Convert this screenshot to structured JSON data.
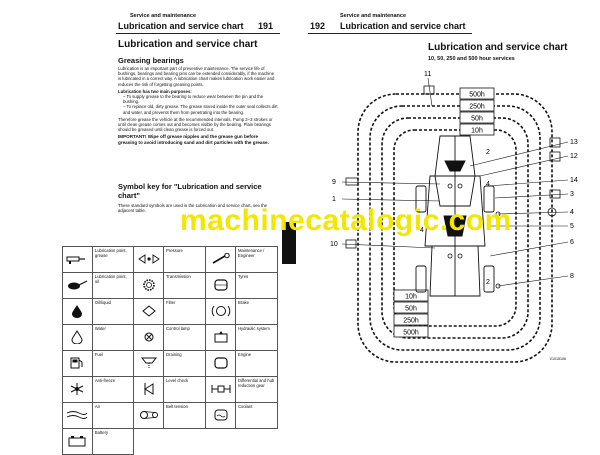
{
  "left_page": {
    "header_section": "Service and maintenance",
    "header_title": "Lubrication and service chart",
    "page_number": "191",
    "title": "Lubrication and service chart",
    "greasing": {
      "heading": "Greasing bearings",
      "p1": "Lubrication is an important part of preventive maintenance. The service life of bushings, bearings and bearing pins can be extended considerably, if the machine is lubricated in a correct way. A lubrication chart makes lubrication work easier and reduces the risk of forgetting greasing points.",
      "purposes_label": "Lubrication has two main purposes:",
      "b1": "To supply grease to the bearing to reduce wear between the pin and the bushing.",
      "b2": "To replace old, dirty grease. The grease stored inside the outer seal collects dirt and water, and prevents them from penetrating into the bearing.",
      "p2": "Therefore grease the vehicle at the recommended intervals. Pump 2–3 strokes or until clean grease comes out and becomes visible by the bearing. Plain bearings should be greased until clean grease is forced out.",
      "important": "IMPORTANT! Wipe off grease nipples and the grease gun before greasing to avoid introducing sand and dirt particles with the grease."
    },
    "symbol_key": {
      "heading": "Symbol key for \"Lubrication and service chart\"",
      "intro": "These standard symbols are used in the Lubrication and service chart, see the adjacent table.",
      "rows": [
        [
          "Lubrication point, grease",
          "Pressure",
          "Maintenance / Engineer"
        ],
        [
          "Lubrication point, oil",
          "Transmission",
          "Tyres"
        ],
        [
          "Oil/liquid",
          "Filter",
          "Brake"
        ],
        [
          "Water",
          "Control lamp",
          "Hydraulic system"
        ],
        [
          "Fuel",
          "Draining",
          "Engine"
        ],
        [
          "Anti-freeze",
          "Level check",
          "Differential and hub reduction gear"
        ],
        [
          "Air",
          "Belt tension",
          "Coolant"
        ],
        [
          "Battery",
          "",
          ""
        ]
      ]
    }
  },
  "right_page": {
    "page_number": "192",
    "header_section": "Service and maintenance",
    "header_title": "Lubrication and service chart",
    "chart_title": "Lubrication and service chart",
    "chart_subtitle": "10, 50, 250 and 500 hour services",
    "intervals_top": [
      "500h",
      "250h",
      "50h",
      "10h"
    ],
    "intervals_bottom": [
      "10h",
      "50h",
      "250h",
      "500h"
    ],
    "callouts_left": [
      "9",
      "1",
      "10",
      "11"
    ],
    "callouts_right": [
      "13",
      "12",
      "14",
      "3",
      "4",
      "5",
      "6",
      "7",
      "8"
    ],
    "callouts_inner": [
      "2",
      "4",
      "4",
      "2"
    ],
    "figure_code": "V1015106"
  },
  "watermark": "machinecatalogic.com",
  "colors": {
    "watermark": "#f3e600",
    "ink": "#111111"
  }
}
